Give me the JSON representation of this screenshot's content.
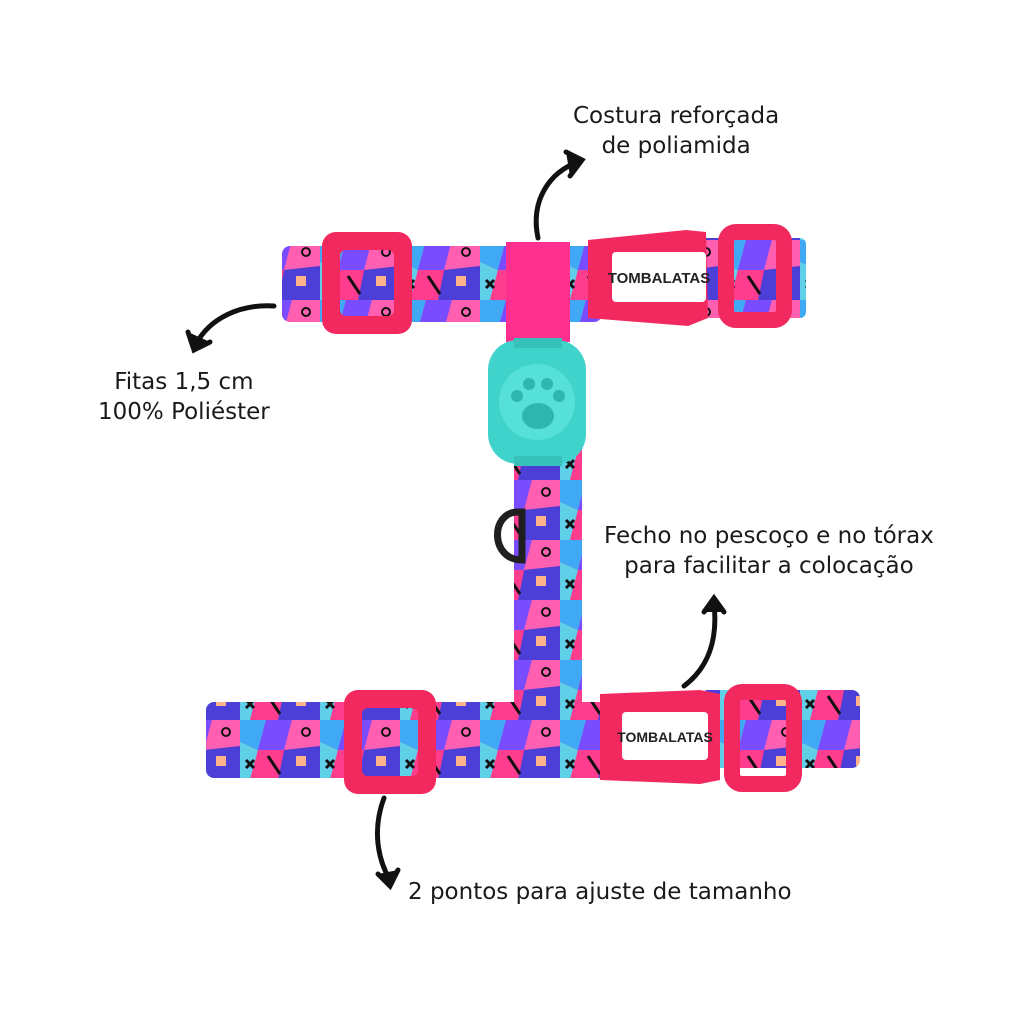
{
  "product": {
    "brand_tag": "TOMBALATAS",
    "colors": {
      "strap_pink": "#ff2f8e",
      "buckle_pink": "#f2295f",
      "paw_teal": "#3fd3cc",
      "ring": "#1f1f1f"
    }
  },
  "callouts": {
    "costura": {
      "line1": "Costura reforçada",
      "line2": "de poliamida"
    },
    "fitas": {
      "line1": "Fitas 1,5 cm",
      "line2": "100% Poliéster"
    },
    "fecho": {
      "line1": "Fecho no pescoço e no tórax",
      "line2": "para facilitar a colocação"
    },
    "pontos": {
      "line1": "2 pontos para ajuste de tamanho"
    }
  }
}
